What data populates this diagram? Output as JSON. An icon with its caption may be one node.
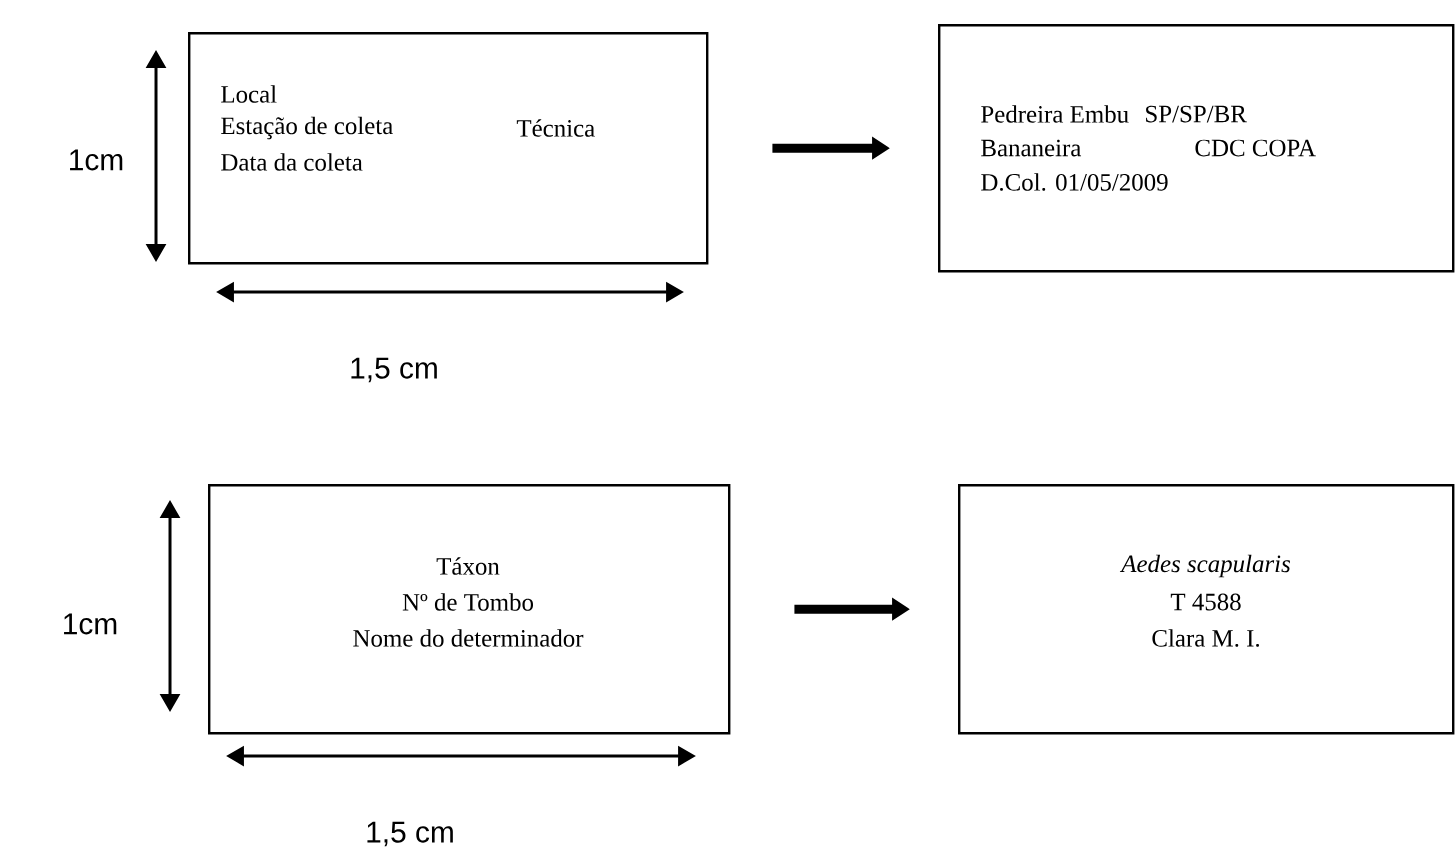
{
  "diagram": {
    "nodes": [
      {
        "text": [
          "Local",
          "Estação de coleta",
          "Técnica",
          "Data da coleta"
        ]
      },
      {
        "text": [
          "Pedreira Embu",
          "SP/SP/BR",
          "Bananeira",
          "CDC COPA",
          "D.Col. 01/05/2009"
        ]
      },
      {
        "text": [
          "Táxon",
          "Nº de Tombo",
          "Nome do determinador"
        ]
      },
      {
        "text": [
          "Aedes scapularis",
          "T 4588",
          "Clara M. I."
        ]
      }
    ],
    "edges": [
      {
        "from": 0,
        "to": 1,
        "arrow": "to"
      },
      {
        "from": 2,
        "to": 3,
        "arrow": "to"
      }
    ],
    "labels": [
      "1cm",
      "1,5 cm",
      "1cm",
      "1,5 cm"
    ]
  }
}
